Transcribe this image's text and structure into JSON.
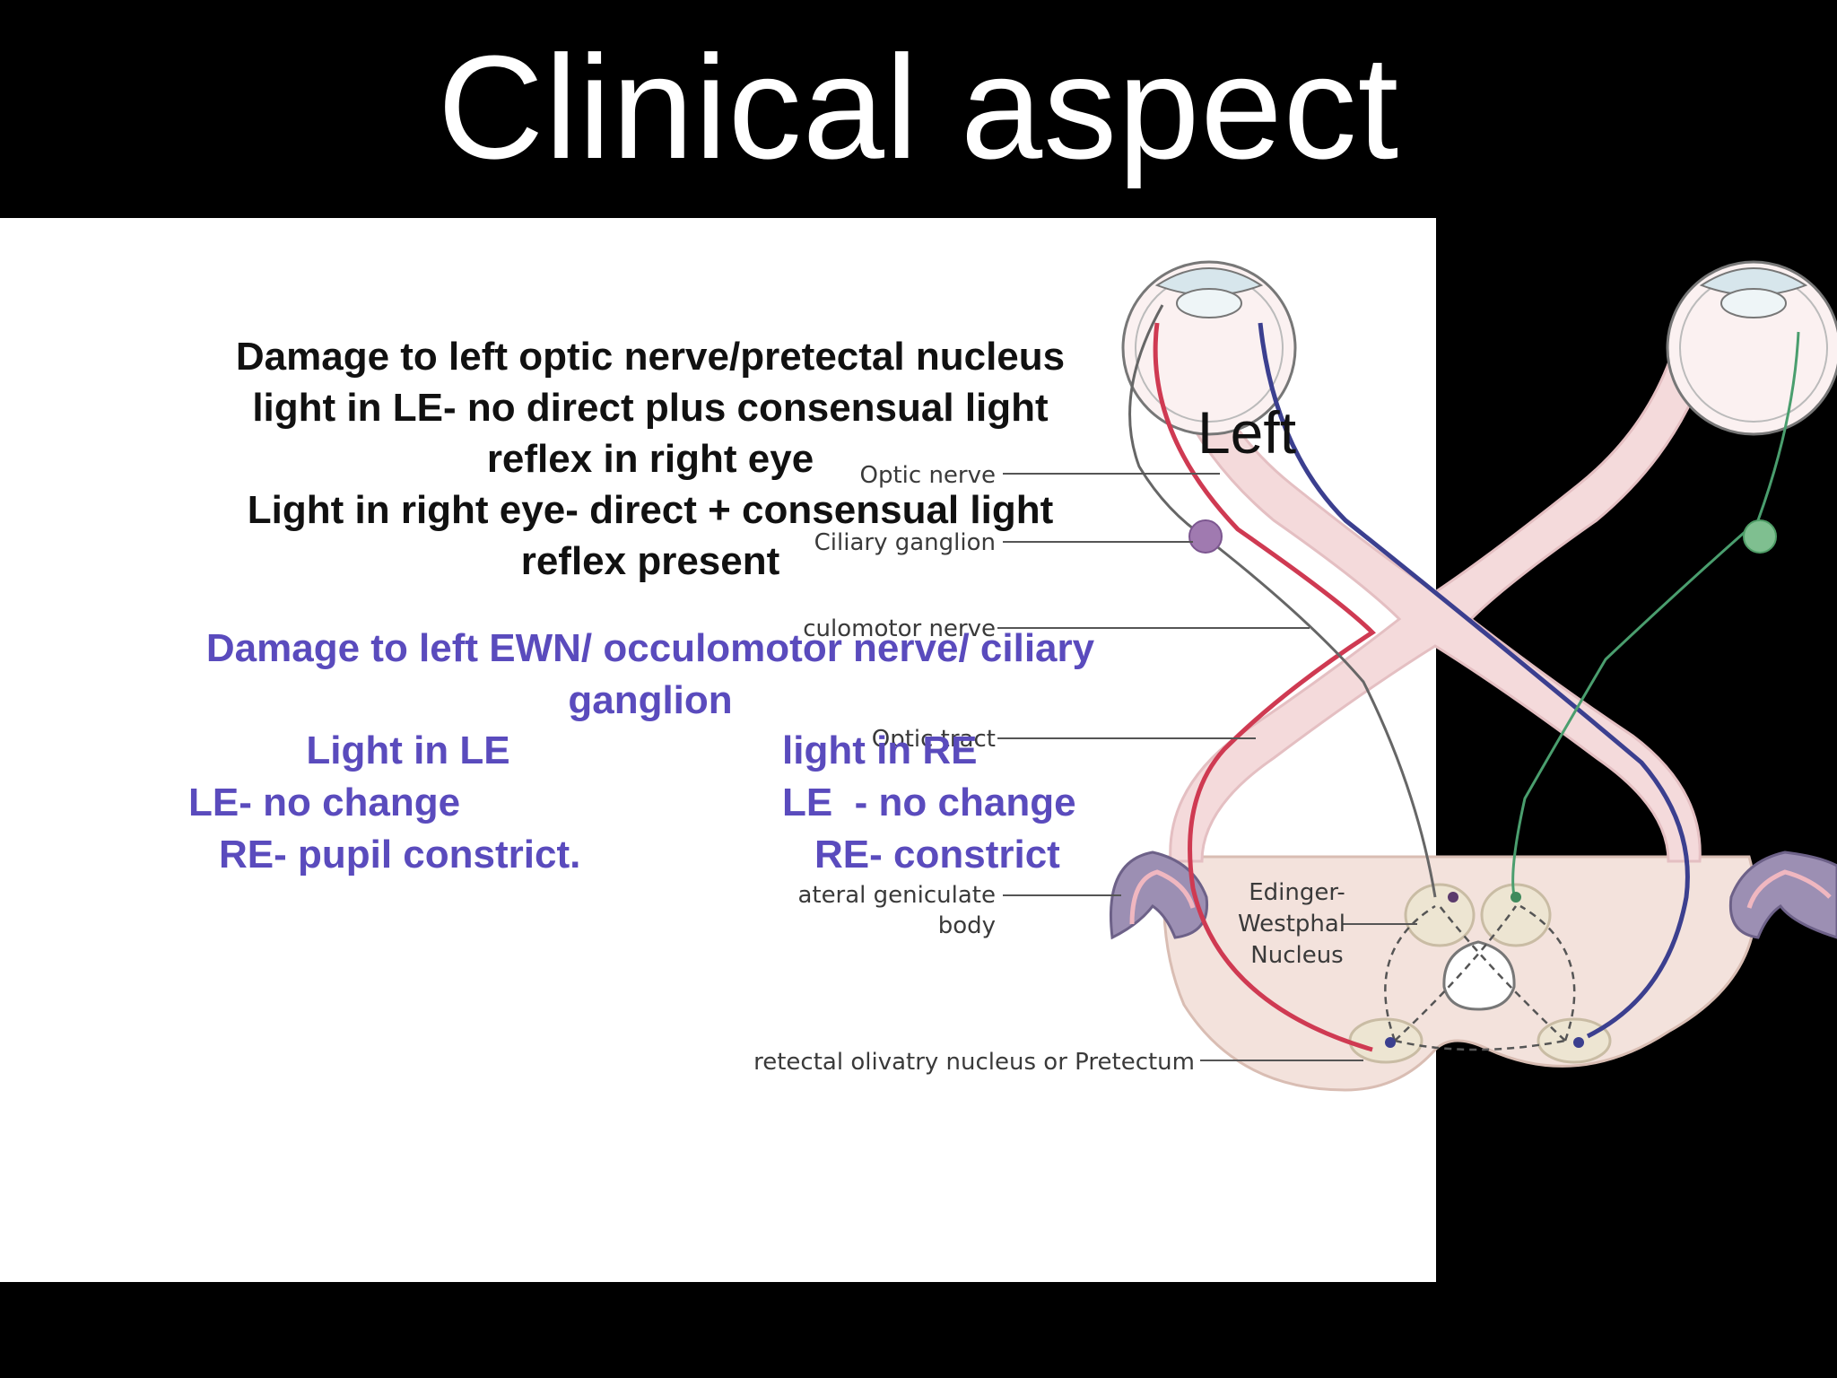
{
  "slide": {
    "title": "Clinical aspect"
  },
  "diagram": {
    "side_label": "Left",
    "labels": {
      "optic_nerve": "Optic nerve",
      "ciliary_ganglion": "Ciliary ganglion",
      "oculomotor_nerve": "culomotor nerve",
      "optic_tract": "Optic tract",
      "lgb_line1": "ateral geniculate",
      "lgb_line2": "body",
      "ewn_line1": "Edinger-",
      "ewn_line2": "Westphal",
      "ewn_line3": "Nucleus",
      "pretectum": "retectal olivatry nucleus or Pretectum"
    },
    "colors": {
      "red_pathway": "#cf3a52",
      "blue_pathway": "#3b3f8f",
      "green_pathway": "#4a9e6e",
      "ciliary_ganglion_left": "#a07ab0",
      "ciliary_ganglion_right": "#7fbf90"
    }
  },
  "text": {
    "case1": [
      "Damage to left optic nerve/pretectal nucleus",
      "light in LE- no direct plus consensual light",
      "reflex in right eye",
      "Light in right eye- direct + consensual light",
      "reflex present"
    ],
    "case2_heading": [
      "Damage to left EWN/ occulomotor nerve/ ciliary",
      "ganglion"
    ],
    "case2_left": {
      "heading": "Light in LE",
      "line1": "LE- no change",
      "line2": "RE- pupil constrict."
    },
    "case2_right": {
      "heading": "light in RE",
      "line1": "LE  - no change",
      "line2": "RE- constrict"
    }
  }
}
